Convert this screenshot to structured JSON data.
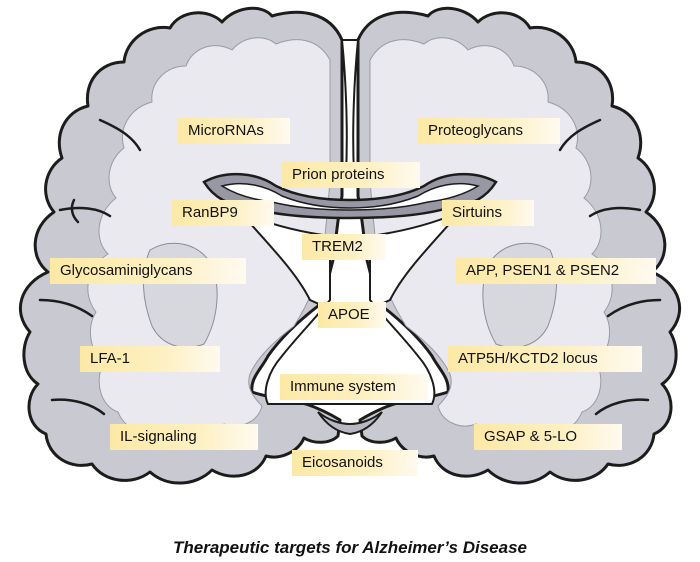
{
  "targets": {
    "micrornas": "MicroRNAs",
    "proteoglycans": "Proteoglycans",
    "prion_proteins": "Prion proteins",
    "ranbp9": "RanBP9",
    "sirtuins": "Sirtuins",
    "trem2": "TREM2",
    "glycosaminiglycans": "Glycosaminiglycans",
    "app_psen": "APP, PSEN1 & PSEN2",
    "apoe": "APOE",
    "lfa1": "LFA-1",
    "atp5h": "ATP5H/KCTD2 locus",
    "immune_system": "Immune system",
    "il_signaling": "IL-signaling",
    "gsap": "GSAP & 5-LO",
    "eicosanoids": "Eicosanoids"
  },
  "caption": "Therapeutic targets for Alzheimer’s Disease",
  "colors": {
    "cortex": "#c9c9d1",
    "white_matter": "#e9e9ef",
    "outline": "#1c1c1c",
    "label_bg": "#fde9a6"
  }
}
